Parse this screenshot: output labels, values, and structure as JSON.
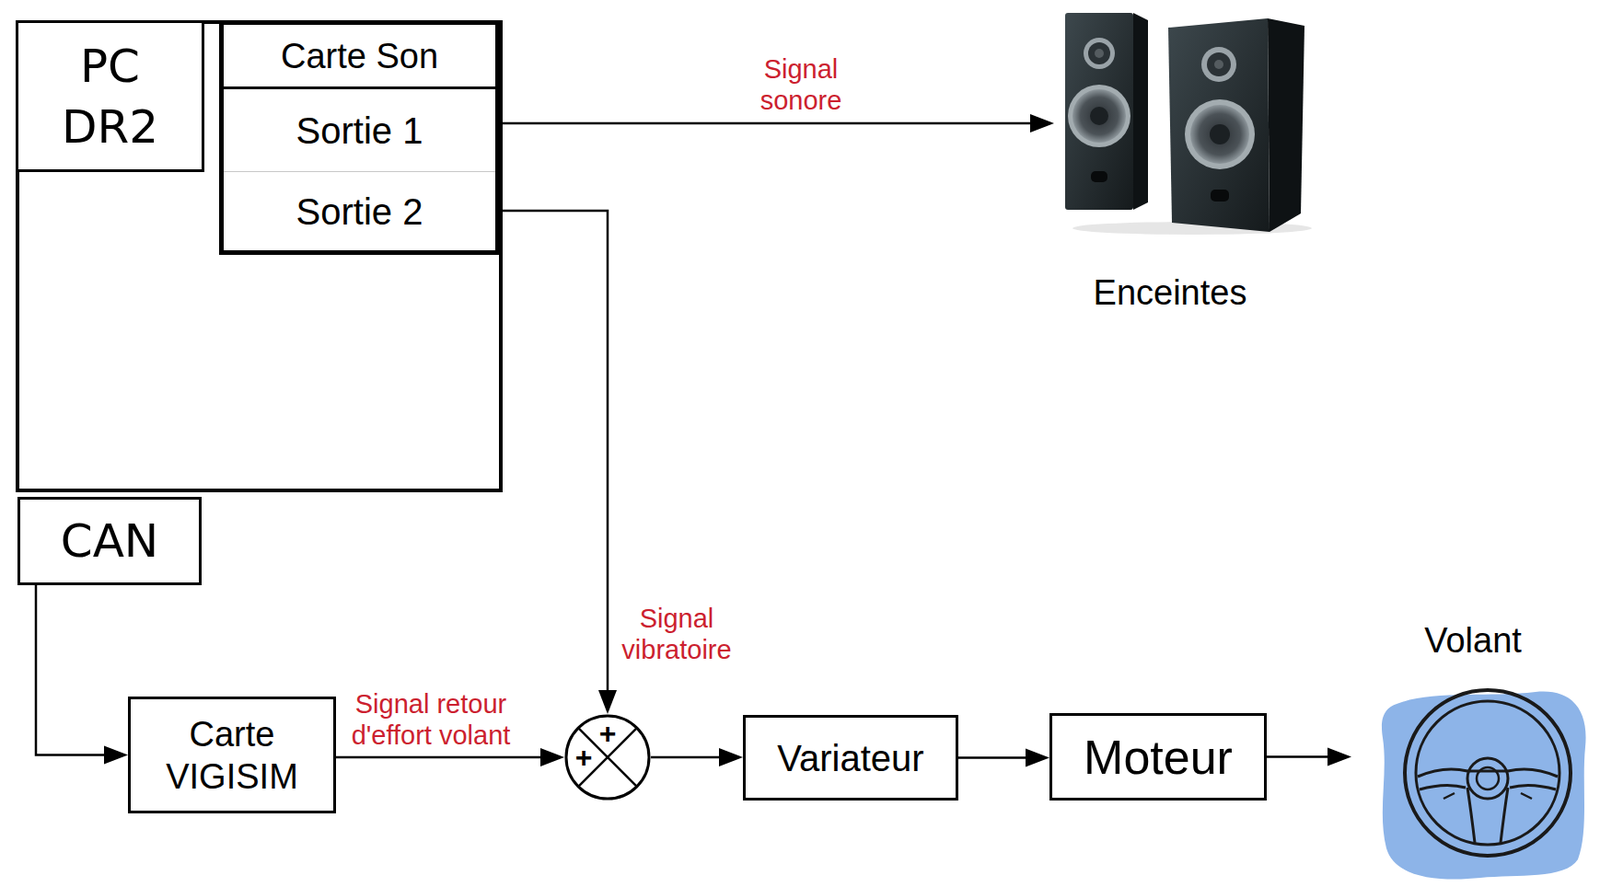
{
  "diagram": {
    "nodes": [
      {
        "text": [
          "PC DR2"
        ]
      },
      {
        "text": [
          "Carte Son"
        ],
        "in": 0
      },
      {
        "text": [
          "Sortie 1"
        ],
        "in": 1
      },
      {
        "text": [
          "Sortie 2"
        ],
        "in": 1
      },
      {
        "text": [
          "Enceintes"
        ]
      },
      {
        "text": [
          "CAN"
        ]
      },
      {
        "text": [
          "Carte VIGISIM"
        ]
      },
      {
        "text": [
          "+",
          "+"
        ]
      },
      {
        "text": [
          "Variateur"
        ]
      },
      {
        "text": [
          "Moteur"
        ]
      },
      {
        "text": [
          "Volant"
        ]
      }
    ],
    "edges": [
      {
        "from": 2,
        "to": 4,
        "arrow": "to",
        "label": "Signal sonore"
      },
      {
        "from": 3,
        "to": 7,
        "arrow": "to",
        "label": "Signal vibratoire"
      },
      {
        "from": 5,
        "to": 6,
        "arrow": "to"
      },
      {
        "from": 6,
        "to": 7,
        "arrow": "to",
        "label": "Signal retour d'effort volant"
      },
      {
        "from": 7,
        "to": 8,
        "arrow": "to"
      },
      {
        "from": 8,
        "to": 9,
        "arrow": "to"
      },
      {
        "from": 9,
        "to": 10,
        "arrow": "to"
      }
    ]
  }
}
